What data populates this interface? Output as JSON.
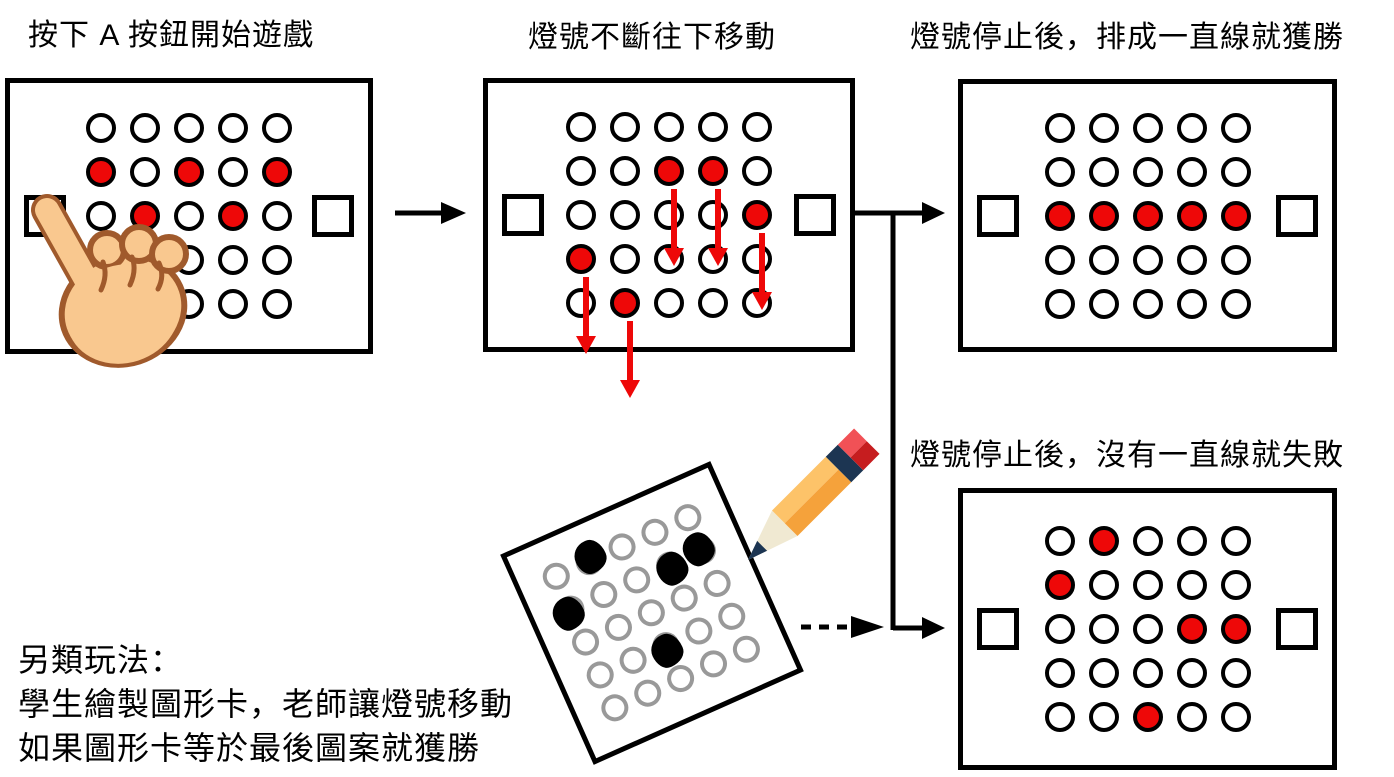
{
  "titles": {
    "step1": "按下 A 按鈕開始遊戲",
    "step2": "燈號不斷往下移動",
    "step3_win": "燈號停止後，排成一直線就獲勝",
    "step4_lose": "燈號停止後，沒有一直線就失敗"
  },
  "alt_play": {
    "lines": [
      "另類玩法：",
      "學生繪製圖形卡，老師讓燈號移動",
      "如果圖形卡等於最後圖案就獲勝"
    ]
  },
  "colors": {
    "led_on": "#ee0808",
    "led_off": "#ffffff",
    "outline_black": "#000000",
    "card_ring_gray": "#999999",
    "move_arrow_red": "#ee0808",
    "hand_skin": "#f9c88f",
    "hand_outline": "#a05a2c",
    "pencil_body_light": "#fdc369",
    "pencil_body_dark": "#f5a23b",
    "pencil_band_navy": "#1c3552",
    "pencil_eraser_light": "#f15156",
    "pencil_eraser_dark": "#c61d1f",
    "pencil_wood": "#f0e9d2"
  },
  "panels": [
    {
      "name": "start",
      "grid": [
        [
          0,
          0,
          0,
          0,
          0
        ],
        [
          1,
          0,
          1,
          0,
          1
        ],
        [
          0,
          1,
          0,
          1,
          0
        ],
        [
          0,
          0,
          0,
          0,
          0
        ],
        [
          0,
          0,
          0,
          0,
          0
        ]
      ]
    },
    {
      "name": "moving",
      "grid": [
        [
          0,
          0,
          0,
          0,
          0
        ],
        [
          0,
          0,
          1,
          1,
          0
        ],
        [
          0,
          0,
          0,
          0,
          1
        ],
        [
          1,
          0,
          0,
          0,
          0
        ],
        [
          0,
          1,
          0,
          0,
          0
        ]
      ],
      "move_arrows": [
        {
          "col": 2,
          "from": 1,
          "to": 3
        },
        {
          "col": 3,
          "from": 1,
          "to": 3
        },
        {
          "col": 4,
          "from": 2,
          "to": 4
        },
        {
          "col": 0,
          "from": 3,
          "to": 5
        },
        {
          "col": 1,
          "from": 4,
          "to": 6
        }
      ]
    },
    {
      "name": "win",
      "grid": [
        [
          0,
          0,
          0,
          0,
          0
        ],
        [
          0,
          0,
          0,
          0,
          0
        ],
        [
          1,
          1,
          1,
          1,
          1
        ],
        [
          0,
          0,
          0,
          0,
          0
        ],
        [
          0,
          0,
          0,
          0,
          0
        ]
      ]
    },
    {
      "name": "lose",
      "grid": [
        [
          0,
          1,
          0,
          0,
          0
        ],
        [
          1,
          0,
          0,
          0,
          0
        ],
        [
          0,
          0,
          0,
          1,
          1
        ],
        [
          0,
          0,
          0,
          0,
          0
        ],
        [
          0,
          0,
          1,
          0,
          0
        ]
      ]
    }
  ],
  "card": {
    "grid": [
      [
        0,
        1,
        0,
        0,
        0
      ],
      [
        1,
        0,
        0,
        1,
        1
      ],
      [
        0,
        0,
        0,
        0,
        0
      ],
      [
        0,
        0,
        1,
        0,
        0
      ],
      [
        0,
        0,
        0,
        0,
        0
      ]
    ]
  }
}
